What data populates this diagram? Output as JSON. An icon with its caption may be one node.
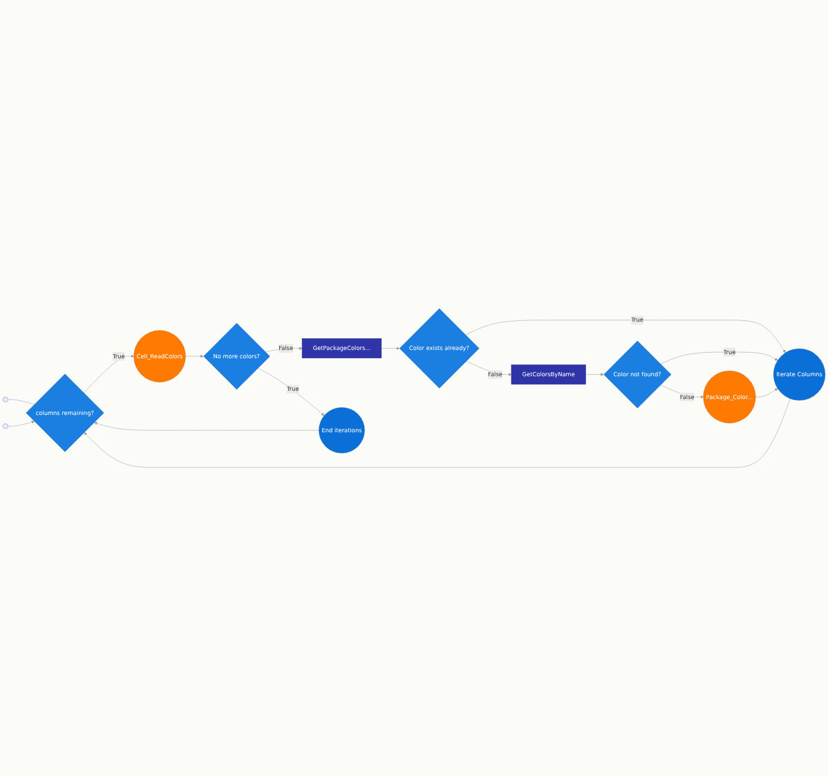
{
  "diagram": {
    "nodes": [
      {
        "text": [
          "columns remaining?"
        ]
      },
      {
        "text": [
          "Cell_ReadColors"
        ]
      },
      {
        "text": [
          "No more colors?"
        ]
      },
      {
        "text": [
          "GetPackageColors..."
        ]
      },
      {
        "text": [
          "End iterations"
        ]
      },
      {
        "text": [
          "Iterate Columns"
        ]
      },
      {
        "text": [
          "Color exists already?"
        ]
      },
      {
        "text": [
          "GetColorsByName"
        ]
      },
      {
        "text": [
          "Color not found?"
        ]
      },
      {
        "text": [
          "Package_Color..."
        ]
      }
    ],
    "edges": [
      {
        "from": null,
        "to": 0,
        "arrow": "none"
      },
      {
        "from": null,
        "to": 0,
        "arrow": "to"
      },
      {
        "from": 0,
        "to": 1,
        "arrow": "to",
        "label": "True"
      },
      {
        "from": 1,
        "to": 2,
        "arrow": "to"
      },
      {
        "from": 2,
        "to": 3,
        "arrow": "to",
        "label": "False"
      },
      {
        "from": 2,
        "to": 4,
        "arrow": "to",
        "label": "True"
      },
      {
        "from": 4,
        "to": 0,
        "arrow": "to"
      },
      {
        "from": 5,
        "to": 0,
        "arrow": "to"
      },
      {
        "from": 3,
        "to": 6,
        "arrow": "to"
      },
      {
        "from": 6,
        "to": 5,
        "arrow": "to",
        "label": "True"
      },
      {
        "from": 6,
        "to": 7,
        "arrow": "to",
        "label": "False"
      },
      {
        "from": 7,
        "to": 8,
        "arrow": "to"
      },
      {
        "from": 8,
        "to": 5,
        "arrow": "to",
        "label": "True"
      },
      {
        "from": 8,
        "to": 9,
        "arrow": "to",
        "label": "False"
      },
      {
        "from": 9,
        "to": 5,
        "arrow": "to"
      }
    ]
  }
}
